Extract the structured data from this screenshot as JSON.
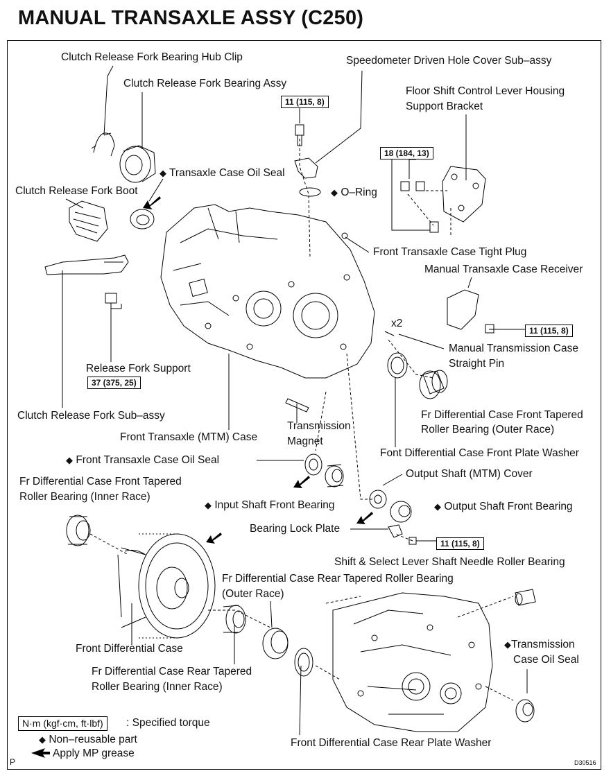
{
  "title": "MANUAL TRANSAXLE ASSY (C250)",
  "labels": {
    "hub_clip": "Clutch Release Fork Bearing Hub Clip",
    "bearing_assy": "Clutch Release Fork Bearing Assy",
    "speedo_cover": "Speedometer Driven Hole Cover Sub–assy",
    "floor_shift_1": "Floor  Shift  Control  Lever  Housing",
    "floor_shift_2": "Support Bracket",
    "case_oil_seal": "Transaxle Case Oil Seal",
    "fork_boot": "Clutch Release Fork Boot",
    "o_ring": "O–Ring",
    "tight_plug": "Front Transaxle Case Tight Plug",
    "case_receiver": "Manual Transaxle Case Receiver",
    "x2": "x2",
    "straight_pin_1": "Manual Transmission Case",
    "straight_pin_2": "Straight Pin",
    "fork_support": "Release Fork Support",
    "fork_sub": "Clutch Release Fork Sub–assy",
    "mtm_case": "Front Transaxle (MTM) Case",
    "magnet_1": "Transmission",
    "magnet_2": "Magnet",
    "fr_outer_race_1": "Fr Differential Case Front Tapered",
    "fr_outer_race_2": "Roller Bearing (Outer Race)",
    "front_plate_washer": "Font Differential Case Front Plate Washer",
    "front_case_oil_seal": "Front Transaxle Case Oil Seal",
    "output_cover": "Output Shaft (MTM) Cover",
    "fr_inner_race_1": "Fr Differential Case Front Tapered",
    "fr_inner_race_2": "Roller Bearing (Inner Race)",
    "input_bearing": "Input Shaft Front Bearing",
    "output_bearing": "Output Shaft Front Bearing",
    "lock_plate": "Bearing Lock Plate",
    "needle_bearing": "Shift & Select Lever Shaft Needle Roller Bearing",
    "rear_outer_race_1": "Fr Differential Case Rear Tapered Roller Bearing",
    "rear_outer_race_2": "(Outer Race)",
    "front_diff_case": "Front Differential Case",
    "trans_oil_seal_1": "Transmission",
    "trans_oil_seal_2": "Case Oil Seal",
    "rear_inner_race_1": "Fr Differential Case Rear Tapered",
    "rear_inner_race_2": "Roller Bearing (Inner Race)",
    "rear_plate_washer": "Front Differential Case Rear Plate Washer",
    "diamond": "◆"
  },
  "torques": {
    "speedo": "11 (115, 8)",
    "bracket": "18 (184, 13)",
    "receiver": "11 (115, 8)",
    "fork_support": "37 (375, 25)",
    "lock_plate": "11 (115, 8)"
  },
  "legend": {
    "torque_unit": "N·m (kgf·cm, ft·lbf)",
    "torque_desc": ": Specified torque",
    "non_reusable": "Non–reusable part",
    "grease": "Apply MP grease"
  },
  "footer": {
    "page_mark": "P",
    "figure_code": "D30516"
  }
}
